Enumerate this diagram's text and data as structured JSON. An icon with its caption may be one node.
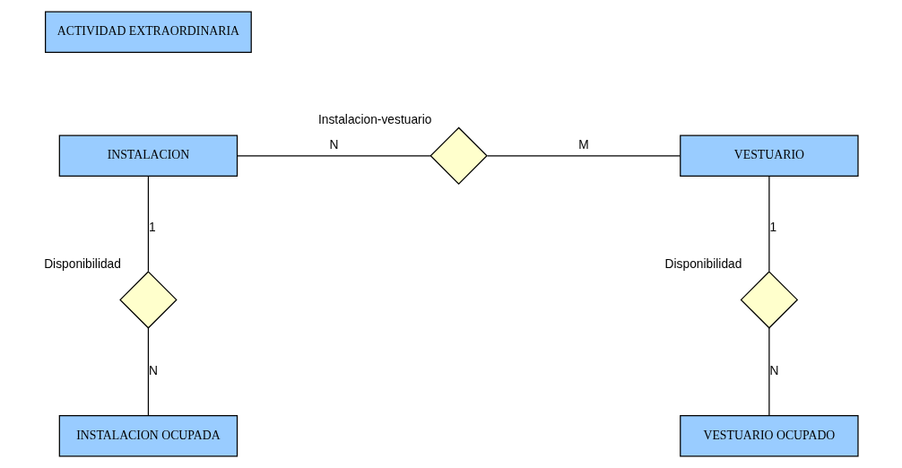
{
  "diagram": {
    "nodes": [
      {
        "text": [
          "ACTIVIDAD EXTRAORDINARIA"
        ]
      },
      {
        "text": [
          "INSTALACION"
        ]
      },
      {
        "text": [],
        "shape": "diamond",
        "beside": [
          "Instalacion-vestuario"
        ]
      },
      {
        "text": [
          "VESTUARIO"
        ]
      },
      {
        "text": [],
        "shape": "diamond",
        "beside": [
          "Disponibilidad"
        ]
      },
      {
        "text": [],
        "shape": "diamond",
        "beside": [
          "Disponibilidad"
        ]
      },
      {
        "text": [
          "INSTALACION OCUPADA"
        ]
      },
      {
        "text": [
          "VESTUARIO OCUPADO"
        ]
      }
    ],
    "edges": [
      {
        "from": 1,
        "to": 2,
        "arrow": "none",
        "label": "N"
      },
      {
        "from": 2,
        "to": 3,
        "arrow": "none",
        "label": "M"
      },
      {
        "from": 1,
        "to": 4,
        "arrow": "none",
        "label": "1"
      },
      {
        "from": 4,
        "to": 6,
        "arrow": "none",
        "label": "N"
      },
      {
        "from": 3,
        "to": 5,
        "arrow": "none",
        "label": "1"
      },
      {
        "from": 5,
        "to": 7,
        "arrow": "none",
        "label": "N"
      }
    ]
  }
}
